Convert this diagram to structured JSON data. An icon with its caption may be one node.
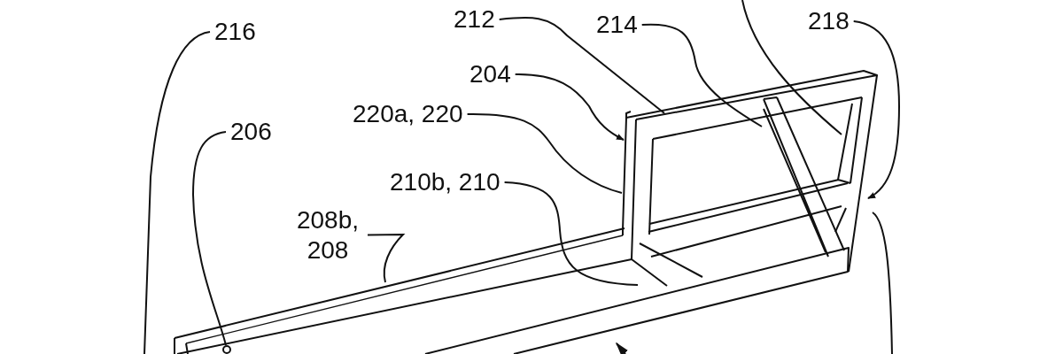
{
  "diagram": {
    "nodes": [
      {
        "text": [
          "212"
        ]
      },
      {
        "text": [
          "218"
        ]
      },
      {
        "text": [
          "214"
        ]
      },
      {
        "text": [
          "216"
        ]
      },
      {
        "text": [
          "204"
        ]
      },
      {
        "text": [
          "220a, 220"
        ]
      },
      {
        "text": [
          "206"
        ]
      },
      {
        "text": [
          "210b, 210"
        ]
      },
      {
        "text": [
          "208b, 208"
        ]
      },
      {
        "text": [],
        "shape": "circle"
      }
    ],
    "edges": [
      {
        "from": 0,
        "to": null,
        "arrow": "none"
      },
      {
        "from": 1,
        "to": null,
        "arrow": "to"
      },
      {
        "from": 2,
        "to": null,
        "arrow": "none"
      },
      {
        "from": 3,
        "to": null,
        "arrow": "none"
      },
      {
        "from": 4,
        "to": null,
        "arrow": "to"
      },
      {
        "from": 5,
        "to": null,
        "arrow": "none"
      },
      {
        "from": 6,
        "to": 9,
        "arrow": "none"
      },
      {
        "from": 7,
        "to": null,
        "arrow": "none"
      },
      {
        "from": 8,
        "to": null,
        "arrow": "none"
      }
    ]
  }
}
